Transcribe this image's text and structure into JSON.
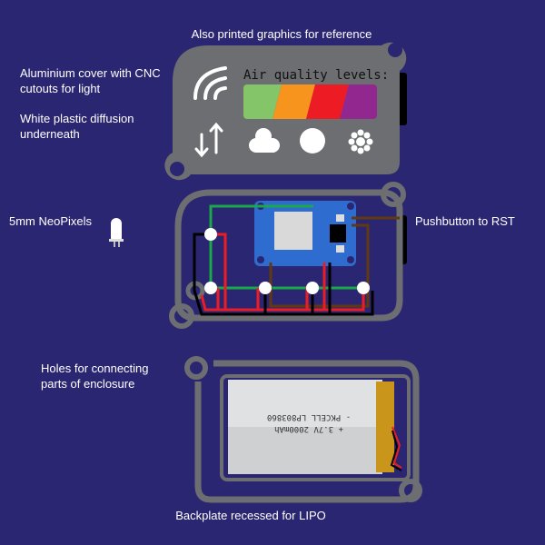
{
  "labels": {
    "printed_graphics": "Also printed graphics for reference",
    "cover_line1": "Aluminium cover with CNC",
    "cover_line2": "cutouts for light",
    "diffusion_line1": "White plastic diffusion",
    "diffusion_line2": "underneath",
    "neopixels": "5mm NeoPixels",
    "pushbutton": "Pushbutton to RST",
    "holes_line1": "Holes for connecting",
    "holes_line2": "parts of enclosure",
    "backplate": "Backplate recessed for LIPO"
  },
  "cover": {
    "title": "Air quality levels:",
    "levels": [
      "#84c56a",
      "#f7941e",
      "#ed1c24",
      "#92278f"
    ],
    "icons": [
      "wifi-icon",
      "up-down-arrows-icon",
      "cloud-icon",
      "circle-icon",
      "flower-icon"
    ]
  },
  "battery": {
    "line1": "+ 3.7V 2000mAh",
    "line2": "- PKCELL LP803860"
  },
  "colors": {
    "background": "#2b2671",
    "enclosure": "#6d6e71",
    "board": "#2f6ccf",
    "wire_green": "#1aa84a",
    "wire_red": "#ed1c24",
    "wire_brown": "#603913",
    "wire_black": "#000000"
  }
}
